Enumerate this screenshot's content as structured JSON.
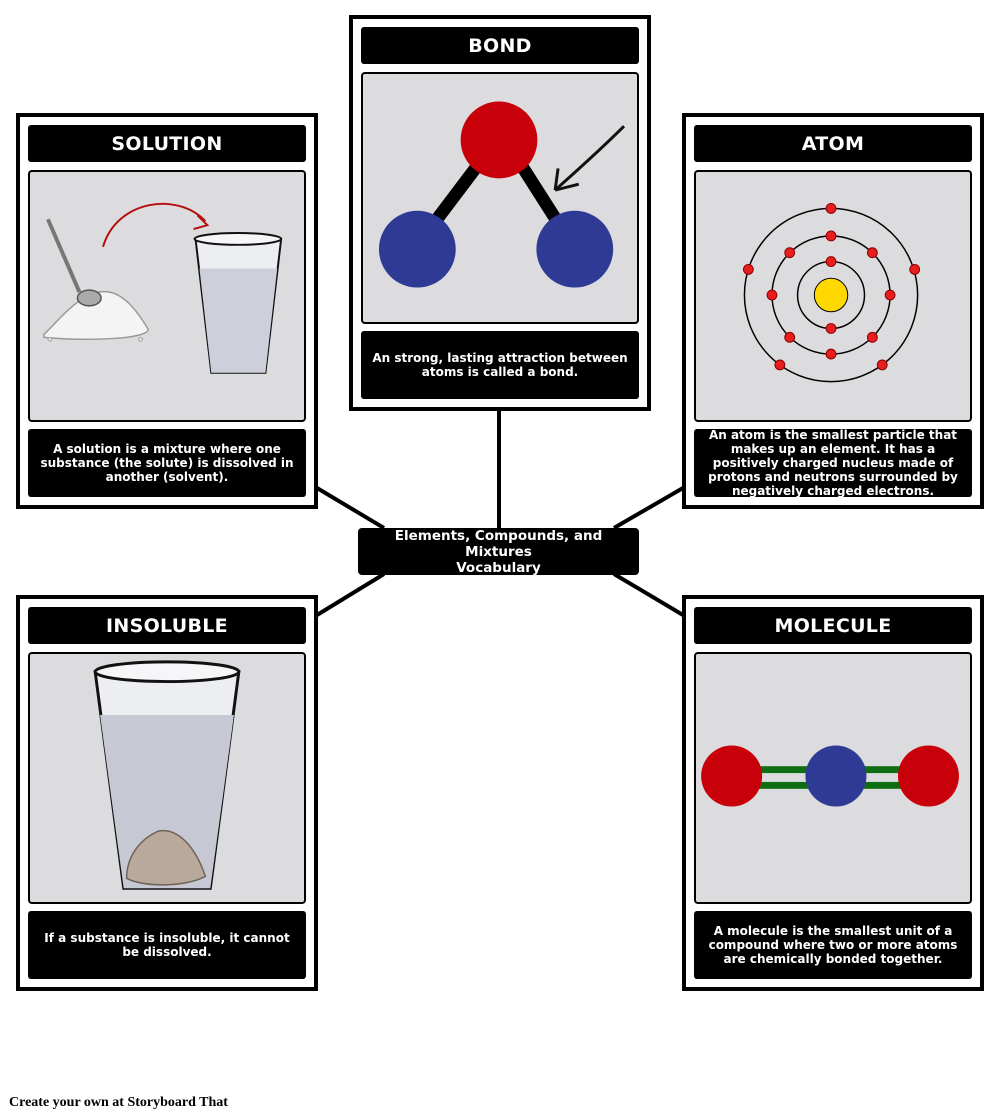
{
  "hub": {
    "label": "Elements, Compounds, and Mixtures\nVocabulary"
  },
  "cards": {
    "bond": {
      "title": "BOND",
      "caption": "An strong, lasting attraction between atoms is called a bond."
    },
    "solution": {
      "title": "SOLUTION",
      "caption": "A solution is a mixture where one substance (the solute) is dissolved in another (solvent)."
    },
    "atom": {
      "title": "ATOM",
      "caption": "An atom is the smallest particle that makes up an element.  It has a positively charged nucleus made of protons and neutrons surrounded by negatively charged electrons."
    },
    "insoluble": {
      "title": "INSOLUBLE",
      "caption": "If a substance is insoluble, it cannot be dissolved."
    },
    "molecule": {
      "title": "MOLECULE",
      "caption": "A molecule is the smallest unit of a compound where two or more atoms are chemically bonded together."
    }
  },
  "footer": {
    "text": "Create your own at Storyboard That"
  },
  "colors": {
    "atom_red": "#c8000a",
    "atom_blue": "#2e3a94",
    "nucleus_yellow": "#ffd800",
    "electron_red": "#e81e1e",
    "bond_green": "#0f6e12",
    "scene_bg": "#dcdcdf"
  }
}
